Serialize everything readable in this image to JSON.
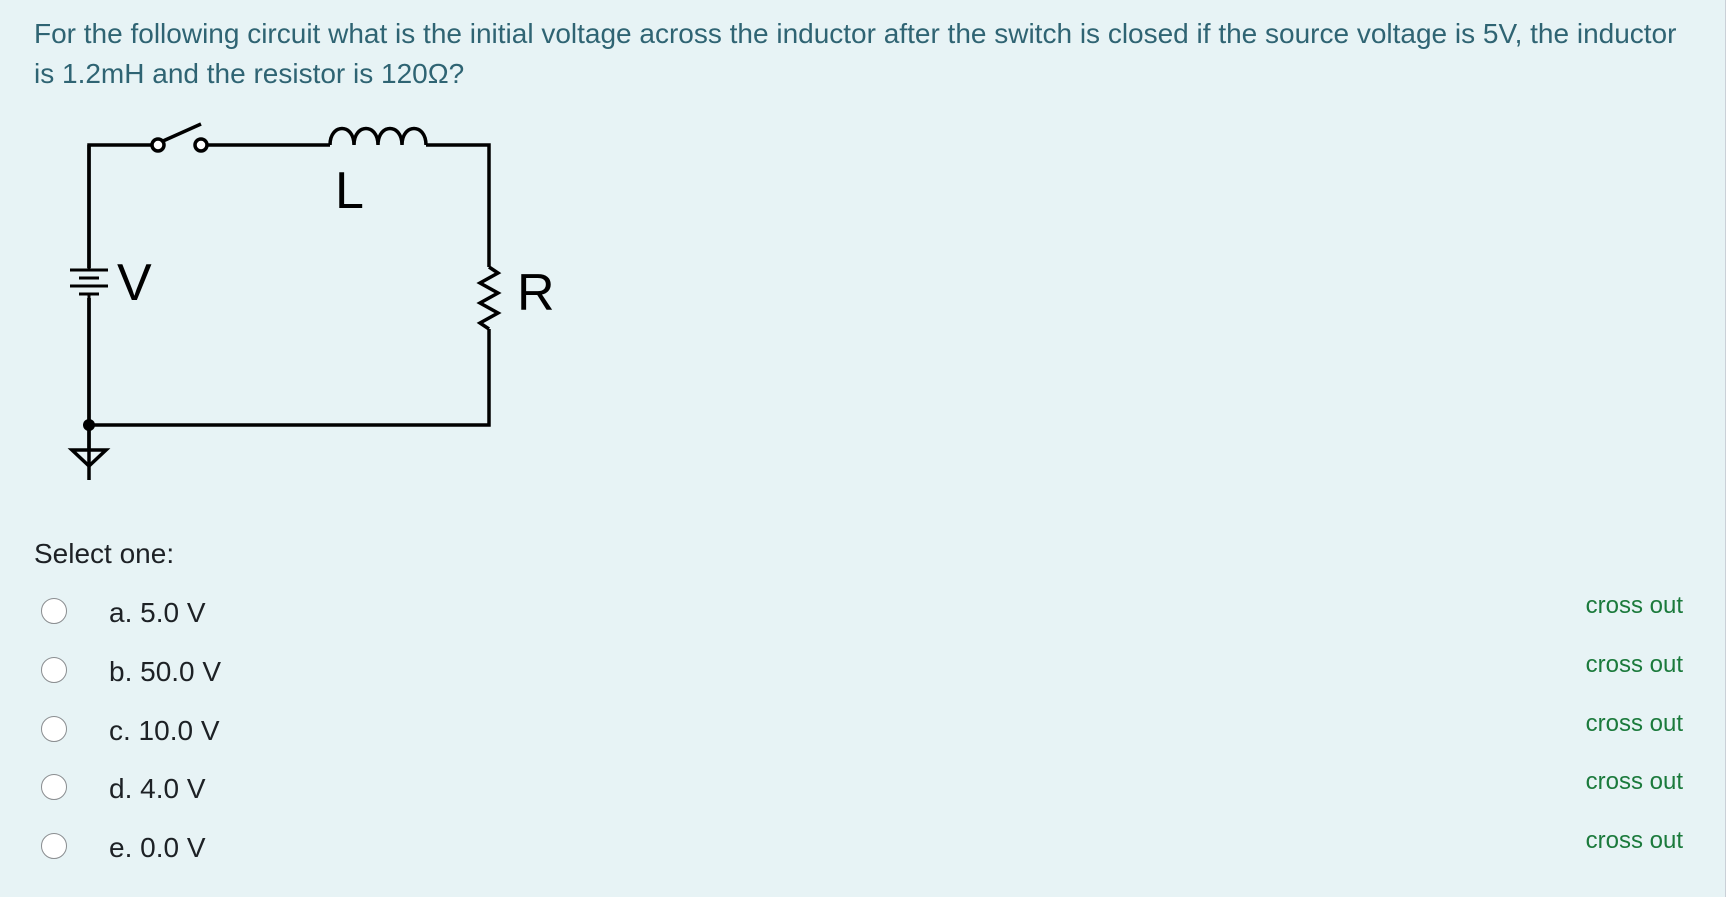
{
  "question": {
    "text": "For the following circuit what is the initial voltage across the inductor after the switch is closed if the source voltage is 5V, the inductor is 1.2mH and the resistor is 120Ω?"
  },
  "circuit": {
    "inductor_label": "L",
    "resistor_label": "R",
    "source_label": "V"
  },
  "answers": {
    "prompt": "Select one:",
    "options": [
      {
        "label": "a. 5.0 V",
        "action": "cross out",
        "selected": false
      },
      {
        "label": "b. 50.0 V",
        "action": "cross out",
        "selected": false
      },
      {
        "label": "c. 10.0 V",
        "action": "cross out",
        "selected": false
      },
      {
        "label": "d. 4.0 V",
        "action": "cross out",
        "selected": false
      },
      {
        "label": "e. 0.0 V",
        "action": "cross out",
        "selected": false
      }
    ]
  },
  "colors": {
    "panel_background": "#e7f3f5",
    "question_text": "#2f6473",
    "cross_out_link": "#1b7a3c",
    "body_text": "#1d2125"
  }
}
